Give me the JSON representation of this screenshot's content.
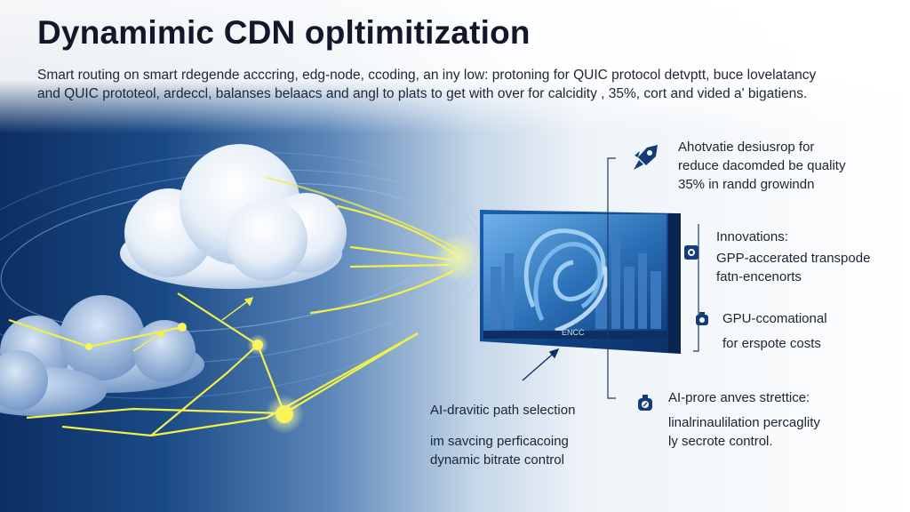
{
  "title": "Dynamimic CDN opltimitization",
  "intro": "Smart routing on smart rdegende acccring, edg-node, ccoding, an iny low: protoning for QUIC protocol detvptt, buce lovelatancy and QUIC prototeol, ardeccl, balanses belaacs and angl to plats to get with over for calcidity , 35%, cort and vided a' bigatiens.",
  "screen_label": "ENCC",
  "labels": {
    "top_right": [
      "Ahotvatie desiusrop for",
      "reduce dacomded be quality",
      "35% in randd growindn"
    ],
    "innovations": [
      "Innovations:",
      "GPP-accerated transpode",
      "fatn-encenorts"
    ],
    "gpu": [
      "GPU-ccomational",
      "for erspote costs"
    ],
    "ai_right": [
      "AI-prore anves strettice:",
      "linalrinaulilation percaglity",
      "ly secrote control."
    ],
    "ai_path": "AI-dravitic path selection",
    "saving": [
      "im savcing perficacoing",
      "dynamic bitrate control"
    ]
  },
  "icons": {
    "rocket": "rocket-icon",
    "gpu_chip": "chip-icon",
    "gpu_module": "gpu-icon",
    "ai_module": "ai-icon"
  },
  "colors": {
    "accent_yellow": "#f2f04a",
    "deep_blue": "#0d2f63",
    "icon_blue": "#123d7a"
  }
}
